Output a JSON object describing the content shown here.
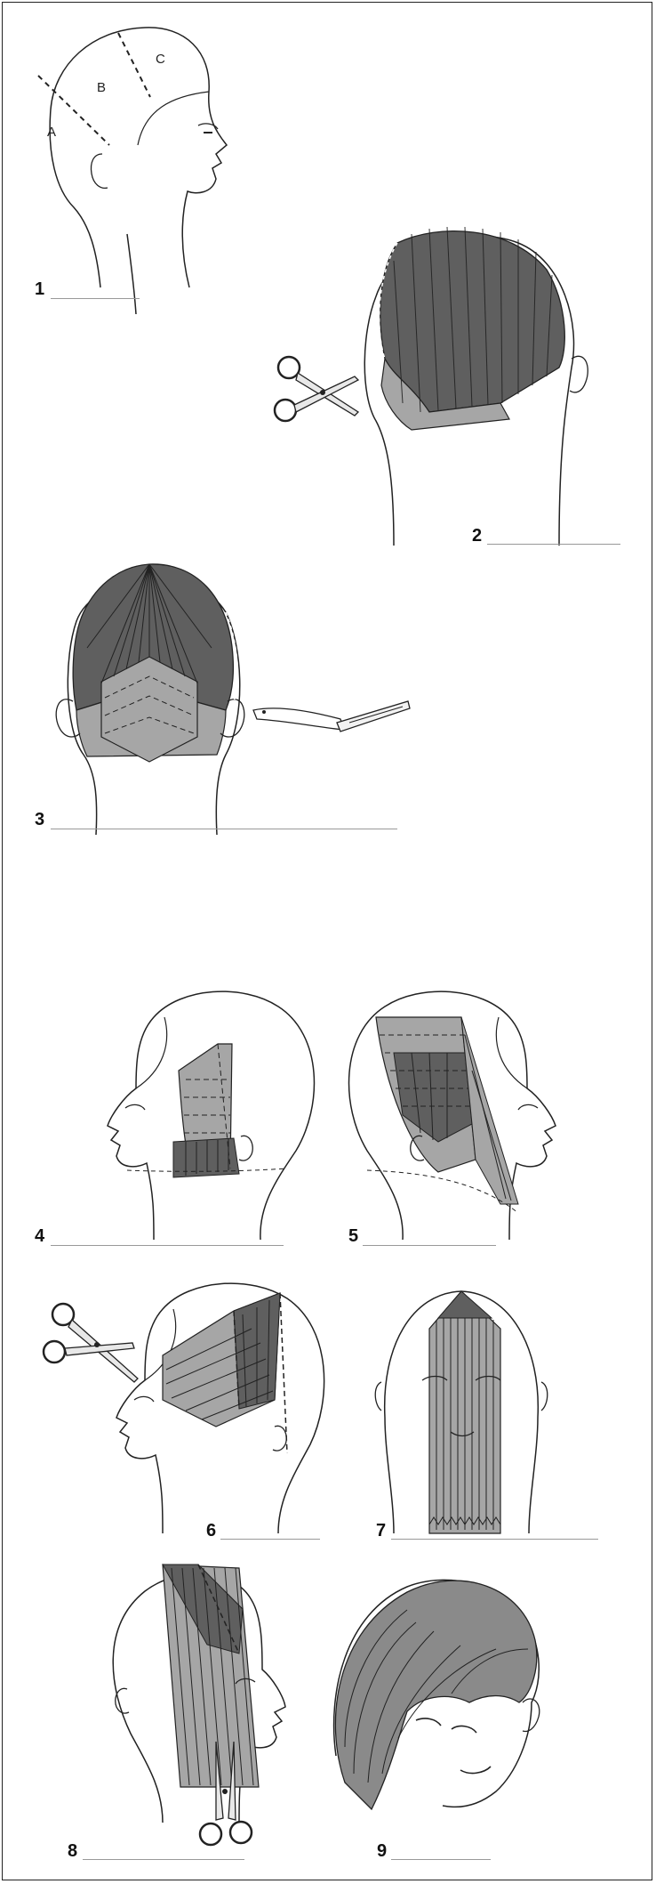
{
  "steps": [
    {
      "number": "1",
      "zones": [
        "A",
        "B",
        "C"
      ]
    },
    {
      "number": "2"
    },
    {
      "number": "3"
    },
    {
      "number": "4"
    },
    {
      "number": "5"
    },
    {
      "number": "6"
    },
    {
      "number": "7"
    },
    {
      "number": "8"
    },
    {
      "number": "9"
    }
  ],
  "colors": {
    "line": "#222222",
    "dark_section": "#5f5f5f",
    "light_section": "#a6a6a6",
    "hair": "#8a8a8a"
  }
}
